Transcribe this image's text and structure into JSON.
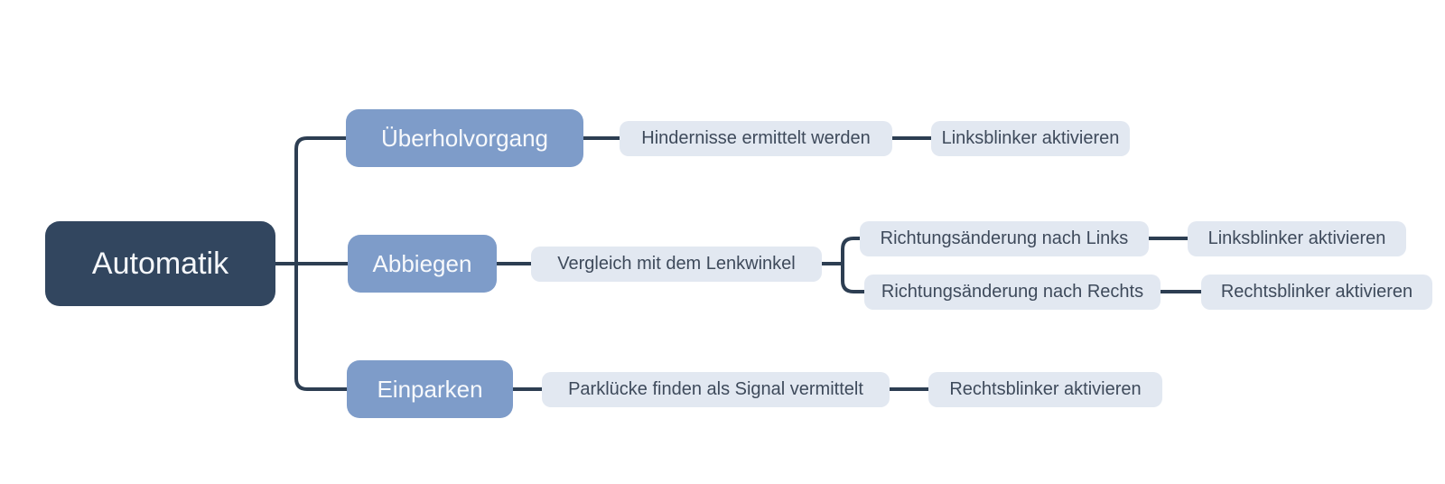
{
  "diagram": {
    "root": {
      "label": "Automatik"
    },
    "branches": [
      {
        "label": "Überholvorgang",
        "children": [
          {
            "label": "Hindernisse ermittelt werden",
            "children": [
              {
                "label": "Linksblinker aktivieren"
              }
            ]
          }
        ]
      },
      {
        "label": "Abbiegen",
        "children": [
          {
            "label": "Vergleich mit dem Lenkwinkel",
            "children": [
              {
                "label": "Richtungsänderung nach Links",
                "children": [
                  {
                    "label": "Linksblinker aktivieren"
                  }
                ]
              },
              {
                "label": "Richtungsänderung nach Rechts",
                "children": [
                  {
                    "label": "Rechtsblinker aktivieren"
                  }
                ]
              }
            ]
          }
        ]
      },
      {
        "label": "Einparken",
        "children": [
          {
            "label": "Parklücke finden als Signal vermittelt",
            "children": [
              {
                "label": "Rechtsblinker aktivieren"
              }
            ]
          }
        ]
      }
    ]
  },
  "colors": {
    "background": "#ffffff",
    "connector": "#2d3e52",
    "root_bg": "#32465f",
    "root_text": "#f5f7fa",
    "branch_bg": "#7e9cc9",
    "branch_text": "#f7f9fc",
    "leaf_bg": "#e2e8f1",
    "leaf_text": "#3e4a5b"
  }
}
